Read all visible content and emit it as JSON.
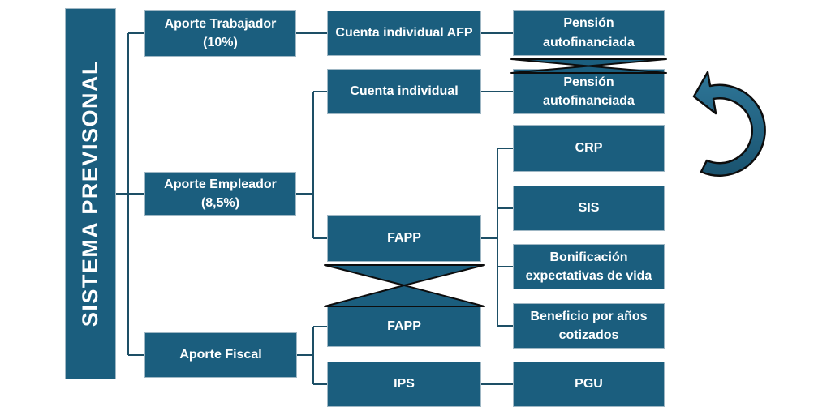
{
  "colors": {
    "box_fill": "#1b5e7e",
    "box_border": "#9fb7c4",
    "box_text": "#ffffff",
    "connector": "#1d4f66",
    "shape_outline": "#0d0d0d",
    "arrow_fill_top": "#2e7698",
    "arrow_fill_bottom": "#1a536f",
    "background": "#ffffff"
  },
  "root": {
    "label": "SISTEMA PREVISONAL"
  },
  "contributions": {
    "trabajador": {
      "line1": "Aporte Trabajador",
      "line2": "(10%)"
    },
    "empleador": {
      "line1": "Aporte Empleador",
      "line2": "(8,5%)"
    },
    "fiscal": {
      "line1": "Aporte Fiscal"
    }
  },
  "vehicles": {
    "cuenta_afp": {
      "label": "Cuenta individual AFP"
    },
    "cuenta_individual": {
      "label": "Cuenta individual"
    },
    "fapp_top": {
      "label": "FAPP"
    },
    "fapp_bottom": {
      "label": "FAPP"
    },
    "ips": {
      "label": "IPS"
    }
  },
  "benefits": {
    "pension_afp": {
      "line1": "Pensión",
      "line2": "autofinanciada"
    },
    "pension_individual": {
      "line1": "Pensión",
      "line2": "autofinanciada"
    },
    "crp": {
      "label": "CRP"
    },
    "sis": {
      "label": "SIS"
    },
    "bonificacion": {
      "line1": "Bonificación",
      "line2": "expectativas de vida"
    },
    "beneficio": {
      "line1": "Beneficio por años",
      "line2": "cotizados"
    },
    "pgu": {
      "label": "PGU"
    }
  },
  "shapes": {
    "arrow_icon": "curved-left-u-turn-arrow",
    "crossout_pension": "x-crossout",
    "crossout_fapp": "x-crossout"
  }
}
